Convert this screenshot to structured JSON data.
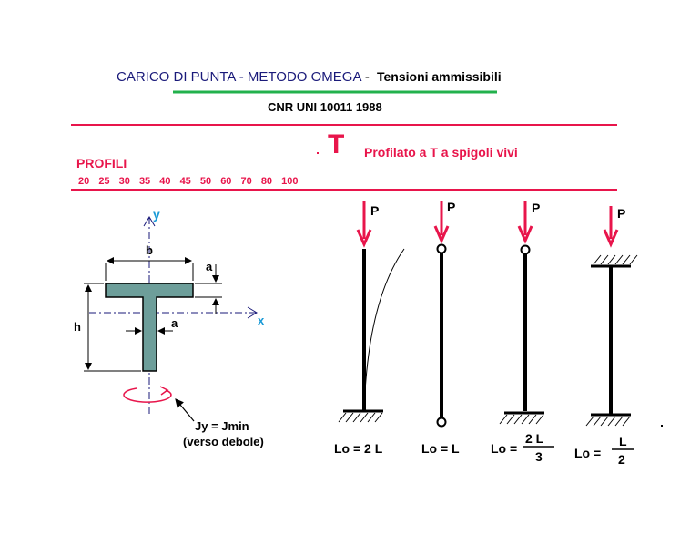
{
  "header": {
    "title_main": "CARICO DI PUNTA   - METODO  OMEGA",
    "title_dash": "-",
    "title_sub": "Tensioni ammissibili",
    "standard": "CNR UNI 10011 1988"
  },
  "profile": {
    "symbol": "T",
    "description": "Profilato a T a spigoli vivi",
    "profili_label": "PROFILI",
    "sizes": [
      "20",
      "25",
      "30",
      "35",
      "40",
      "45",
      "50",
      "60",
      "70",
      "80",
      "100"
    ]
  },
  "section": {
    "axis_y": "y",
    "axis_x": "x",
    "dim_b": "b",
    "dim_a_top": "a",
    "dim_a_web": "a",
    "dim_h": "h",
    "inertia_line1": "Jy = Jmin",
    "inertia_line2": "(verso debole)"
  },
  "columns": [
    {
      "load": "P",
      "lo_label": "Lo = 2 L"
    },
    {
      "load": "P",
      "lo_label": "Lo = L"
    },
    {
      "load": "P",
      "lo_prefix": "Lo =",
      "num": "2  L",
      "den": "3"
    },
    {
      "load": "P",
      "lo_prefix": "Lo =",
      "num": "L",
      "den": "2"
    }
  ],
  "colors": {
    "red": "#e8154b",
    "green": "#22b14c",
    "navy": "#1a1a7a",
    "steel": "#6d9e9a",
    "cyan": "#1a9ad6"
  }
}
